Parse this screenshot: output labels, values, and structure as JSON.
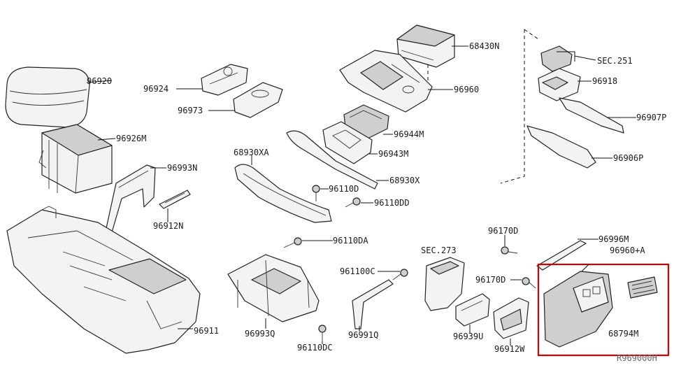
{
  "diagram_id": "R969000H",
  "highlight_color": "#d40000",
  "callouts": {
    "c96920": "96920",
    "c96924": "96924",
    "c96973": "96973",
    "c96926M": "96926M",
    "c96993N": "96993N",
    "c96912N": "96912N",
    "c96911": "96911",
    "c68430N": "68430N",
    "c96960": "96960",
    "c96944M": "96944M",
    "c96943M": "96943M",
    "c68930XA": "68930XA",
    "c68930X": "68930X",
    "c96110D": "96110D",
    "c96110DD": "96110DD",
    "c96110DA": "96110DA",
    "c96993Q": "96993Q",
    "c96110DC": "96110DC",
    "c96110OC": "961100C",
    "c96991Q": "96991Q",
    "cSEC251": "SEC.251",
    "c96918": "96918",
    "c96907P": "96907P",
    "c96906P": "96906P",
    "c96170D_a": "96170D",
    "c96996M": "96996M",
    "c96960A": "96960+A",
    "cSEC273": "SEC.273",
    "c96170D_b": "96170D",
    "c96939U": "96939U",
    "c96912W": "96912W",
    "c68794M": "68794M"
  }
}
